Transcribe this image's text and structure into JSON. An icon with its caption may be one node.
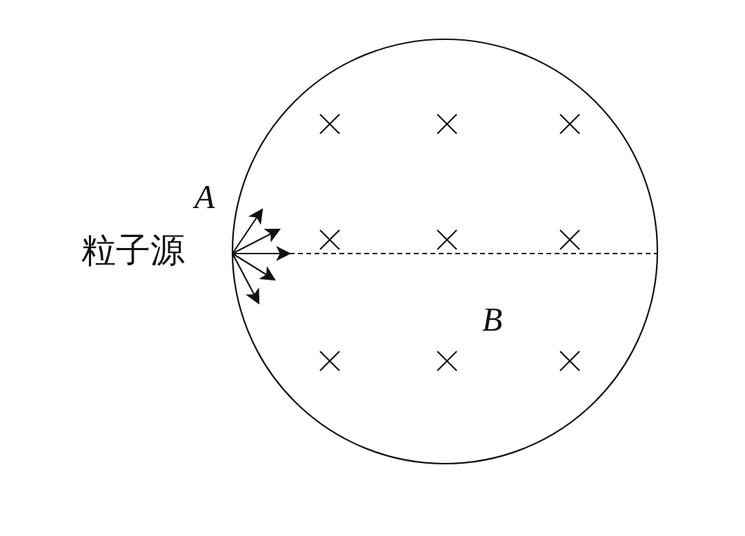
{
  "diagram": {
    "nodes": [
      {
        "text": [
          "B"
        ]
      }
    ],
    "labels": [
      "A",
      "粒子源"
    ]
  }
}
